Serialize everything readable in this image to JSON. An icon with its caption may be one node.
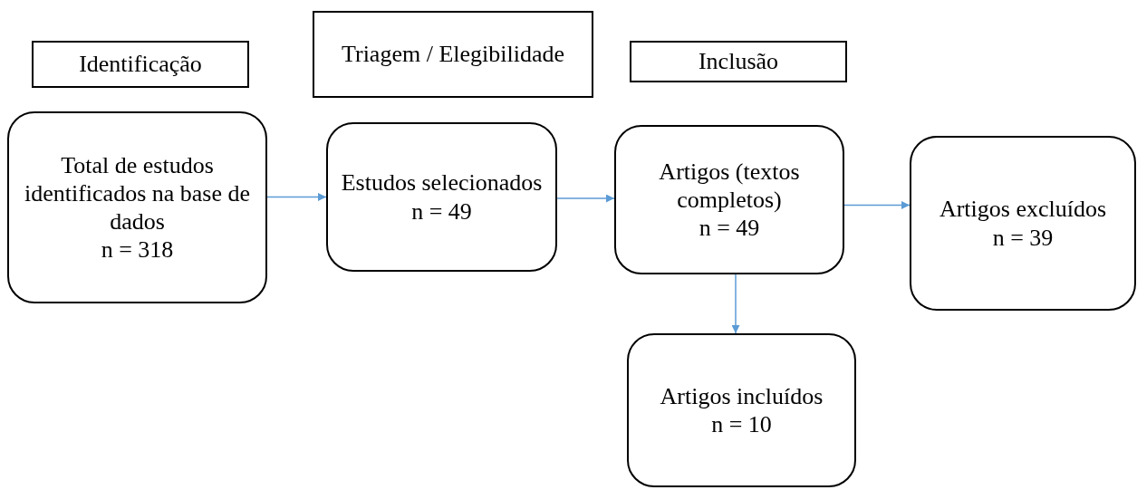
{
  "diagram": {
    "nodes": [
      {
        "text": [
          "Identificação"
        ]
      },
      {
        "text": [
          "Triagem / Elegibilidade"
        ]
      },
      {
        "text": [
          "Inclusão"
        ]
      },
      {
        "text": [
          "Total de estudos identificados na base de dados",
          "n = 318"
        ]
      },
      {
        "text": [
          "Estudos selecionados",
          "n = 49"
        ]
      },
      {
        "text": [
          "Artigos (textos completos)",
          "n = 49"
        ]
      },
      {
        "text": [
          "Artigos excluídos",
          "n = 39"
        ]
      },
      {
        "text": [
          "Artigos incluídos",
          "n = 10"
        ]
      }
    ],
    "edges": [
      {
        "from": 3,
        "to": 4,
        "arrow": "to",
        "color": "#5b9bd5"
      },
      {
        "from": 4,
        "to": 5,
        "arrow": "to",
        "color": "#5b9bd5"
      },
      {
        "from": 5,
        "to": 6,
        "arrow": "to",
        "color": "#5b9bd5"
      },
      {
        "from": 5,
        "to": 7,
        "arrow": "to",
        "color": "#5b9bd5"
      }
    ]
  }
}
